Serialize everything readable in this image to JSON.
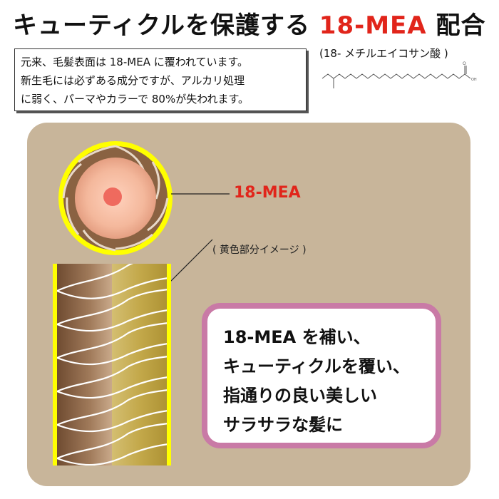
{
  "title": {
    "main": "キューティクルを保護する",
    "accent": "18-MEA",
    "suffix": "配合"
  },
  "intro": {
    "lines": [
      "元来、毛髪表面は 18-MEA に覆われています。",
      "新生毛には必ずある成分ですが、アルカリ処理",
      "に弱く、パーマやカラーで 80%が失われます。"
    ]
  },
  "formula": {
    "name": "(18- メチルエイコサン酸 )",
    "atom_o": "O",
    "atom_oh": "OH"
  },
  "diagram": {
    "mea_label": "18-MEA",
    "note": "( 黄色部分イメージ )",
    "colors": {
      "highlight": "#ffff00",
      "accent": "#e1251b",
      "panel": "#c8b59a",
      "callout_border": "#c97aa6",
      "hair_brown": "#8a6242",
      "hair_gold": "#b89a2e"
    }
  },
  "callout": {
    "lines": [
      "18-MEA を補い、",
      "キューティクルを覆い、",
      "指通りの良い美しい",
      "サラサラな髪に"
    ]
  }
}
